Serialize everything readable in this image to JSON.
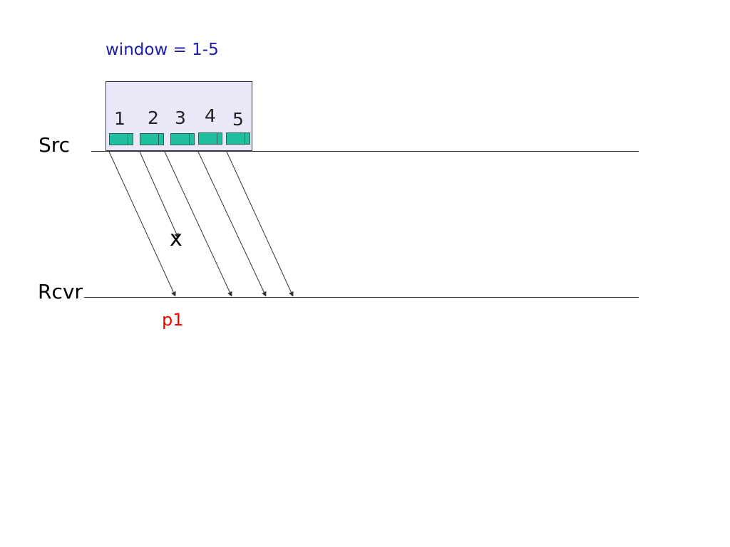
{
  "window_label": "window = 1-5",
  "lanes": {
    "src": "Src",
    "rcvr": "Rcvr"
  },
  "slots": [
    "1",
    "2",
    "3",
    "4",
    "5"
  ],
  "drop_marker": "x",
  "received_label": "p1",
  "colors": {
    "title": "#1c1ca8",
    "slot_fill": "#1fbf9f",
    "window_box": "#e8e8f8",
    "received_label": "#ff0000"
  }
}
